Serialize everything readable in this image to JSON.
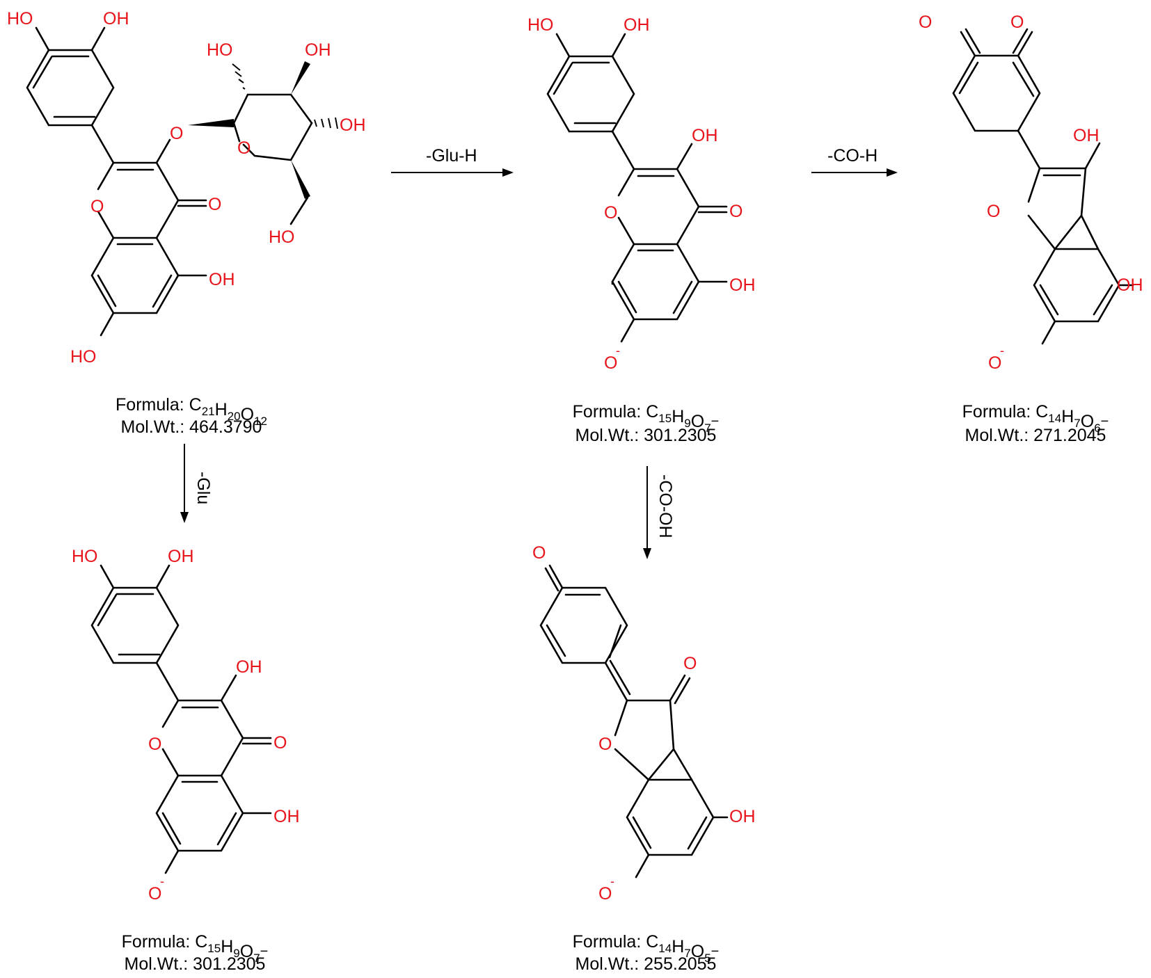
{
  "colors": {
    "heteroatom": "#e8141c",
    "bond": "#000000",
    "text": "#000000",
    "background": "#ffffff"
  },
  "atoms": {
    "hydroxyl_a": "HO",
    "hydroxyl_b": "OH",
    "oxygen": "O",
    "anion": "O",
    "charge": "-"
  },
  "molecules": [
    {
      "id": "quercetin-glucoside",
      "formula_label": "Formula: ",
      "formula": [
        [
          "C",
          "21"
        ],
        [
          "H",
          "20"
        ],
        [
          "O",
          "12"
        ]
      ],
      "charge": "",
      "mw": "Mol.Wt.: 464.3790"
    },
    {
      "id": "aglycone-anion-a",
      "formula_label": "Formula: ",
      "formula": [
        [
          "C",
          "15"
        ],
        [
          "H",
          "9"
        ],
        [
          "O",
          "7"
        ]
      ],
      "charge": "−",
      "mw": "Mol.Wt.: 301.2305"
    },
    {
      "id": "fragment-271",
      "formula_label": "Formula: ",
      "formula": [
        [
          "C",
          "14"
        ],
        [
          "H",
          "7"
        ],
        [
          "O",
          "6"
        ]
      ],
      "charge": "−",
      "mw": "Mol.Wt.: 271.2045"
    },
    {
      "id": "aglycone-anion-b",
      "formula_label": "Formula: ",
      "formula": [
        [
          "C",
          "15"
        ],
        [
          "H",
          "9"
        ],
        [
          "O",
          "7"
        ]
      ],
      "charge": "−",
      "mw": "Mol.Wt.: 301.2305"
    },
    {
      "id": "fragment-255",
      "formula_label": "Formula: ",
      "formula": [
        [
          "C",
          "14"
        ],
        [
          "H",
          "7"
        ],
        [
          "O",
          "5"
        ]
      ],
      "charge": "−",
      "mw": "Mol.Wt.: 255.2055"
    }
  ],
  "reactions": [
    {
      "id": "loss-glu-h",
      "label": "-Glu-H"
    },
    {
      "id": "loss-co-h",
      "label": "-CO-H"
    },
    {
      "id": "loss-glu",
      "label": "-Glu"
    },
    {
      "id": "loss-co-oh",
      "label": "-CO-OH"
    }
  ]
}
